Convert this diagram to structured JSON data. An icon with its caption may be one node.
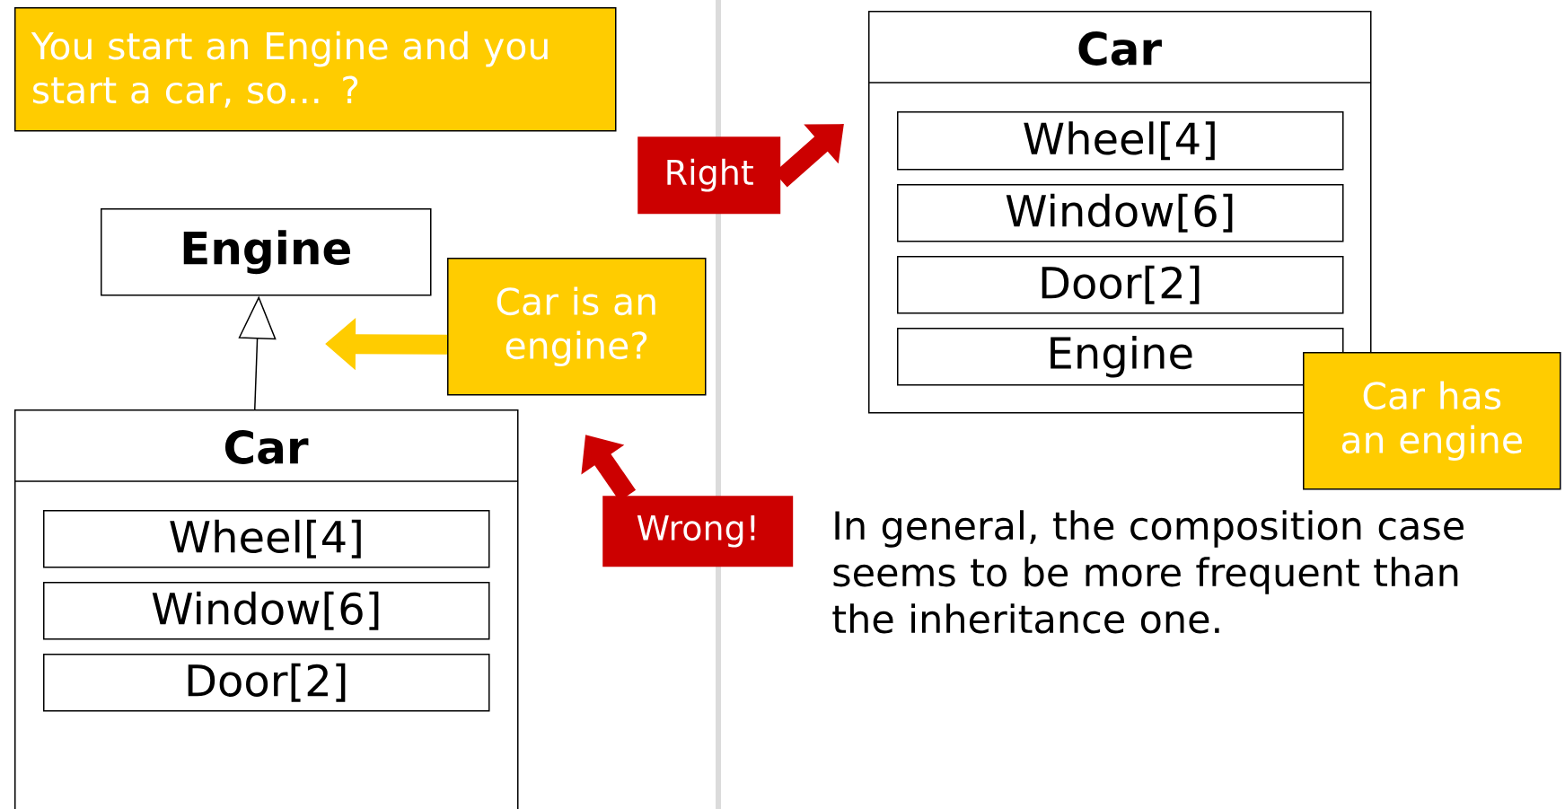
{
  "diagram": {
    "nodes": [
      {
        "text": [
          "You start an Engine and you start a car, so... ?"
        ]
      },
      {
        "text": [
          "Engine"
        ]
      },
      {
        "text": [
          "Car is an engine?"
        ]
      },
      {
        "text": [
          "Car"
        ]
      },
      {
        "text": [
          "Wheel[4]"
        ],
        "in": 3
      },
      {
        "text": [
          "Window[6]"
        ],
        "in": 3
      },
      {
        "text": [
          "Door[2]"
        ],
        "in": 3
      },
      {
        "text": [
          "Right"
        ]
      },
      {
        "text": [
          "Car"
        ]
      },
      {
        "text": [
          "Wheel[4]"
        ],
        "in": 8
      },
      {
        "text": [
          "Window[6]"
        ],
        "in": 8
      },
      {
        "text": [
          "Door[2]"
        ],
        "in": 8
      },
      {
        "text": [
          "Engine"
        ],
        "in": 8
      },
      {
        "text": [
          "Car has an engine"
        ]
      },
      {
        "text": [
          "Wrong!"
        ]
      }
    ],
    "edges": [
      {
        "from": 3,
        "to": 1,
        "arrow": "to",
        "color": "#000000"
      },
      {
        "from": 2,
        "to": null,
        "arrow": "to",
        "color": "#ffcc00"
      },
      {
        "from": 7,
        "to": null,
        "arrow": "to",
        "color": "#cc0000"
      },
      {
        "from": 14,
        "to": null,
        "arrow": "to",
        "color": "#cc0000"
      }
    ],
    "labels": [
      "In general, the composition case seems to be more frequent than the inheritance one."
    ]
  }
}
